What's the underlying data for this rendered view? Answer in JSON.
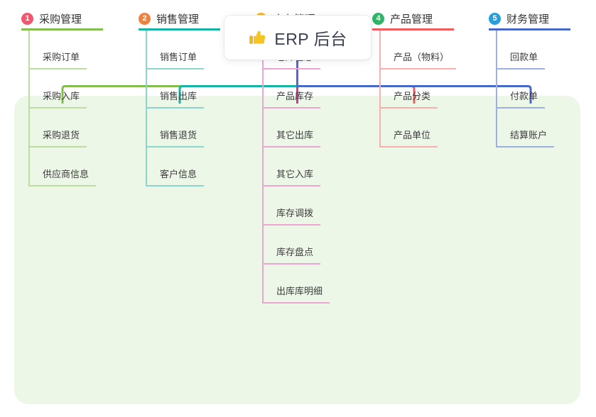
{
  "root": {
    "title": "ERP 后台",
    "icon": "thumbs-up-icon"
  },
  "colors": {
    "panel_bg": "#edf7e8",
    "stem": "#5566d4",
    "text": "#333333"
  },
  "branches": [
    {
      "index": "1",
      "label": "采购管理",
      "badge_color": "#f4566d",
      "line_color": "#82bd4e",
      "child_line_color": "#bcdd9d",
      "children": [
        "采购订单",
        "采购入库",
        "采购退货",
        "供应商信息"
      ]
    },
    {
      "index": "2",
      "label": "销售管理",
      "badge_color": "#f0813c",
      "line_color": "#17b3a6",
      "child_line_color": "#89d6cc",
      "children": [
        "销售订单",
        "销售出库",
        "销售退货",
        "客户信息"
      ]
    },
    {
      "index": "3",
      "label": "库存管理",
      "badge_color": "#f7b32b",
      "line_color": "#d6368f",
      "child_line_color": "#eda6d2",
      "children": [
        "仓库信息",
        "产品库存",
        "其它出库",
        "其它入库",
        "库存调拨",
        "库存盘点",
        "出库库明细"
      ]
    },
    {
      "index": "4",
      "label": "产品管理",
      "badge_color": "#2fb566",
      "line_color": "#f25c5f",
      "child_line_color": "#f8afad",
      "children": [
        "产品（物料）",
        "产品分类",
        "产品单位"
      ]
    },
    {
      "index": "5",
      "label": "财务管理",
      "badge_color": "#23a0dd",
      "line_color": "#4868c8",
      "child_line_color": "#9cb0e2",
      "children": [
        "回款单",
        "付款单",
        "结算账户"
      ]
    }
  ]
}
